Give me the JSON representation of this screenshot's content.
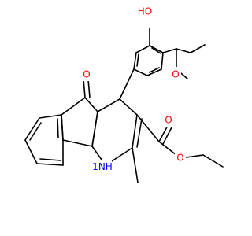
{
  "molecule": {
    "colors": {
      "bond": "#000000",
      "oxygen": "#ff0000",
      "nitrogen": "#0000ff",
      "background": "#ffffff"
    },
    "labels": {
      "hydroxyl": "HO",
      "ether_oxygen": "O",
      "ketone_oxygen": "O",
      "ester_carbonyl_oxygen": "O",
      "ester_alkoxy_oxygen": "O",
      "amine": "NH",
      "amine_prefix": "1"
    }
  }
}
